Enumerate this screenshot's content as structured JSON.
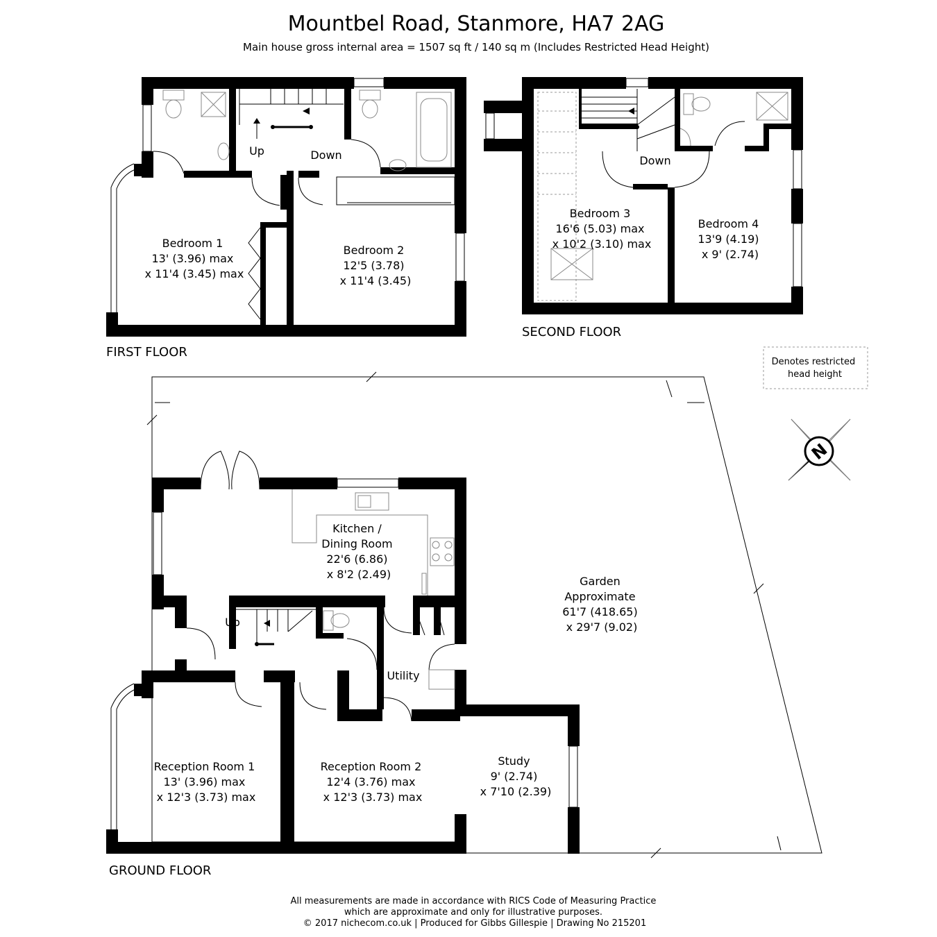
{
  "header": {
    "title": "Mountbel Road, Stanmore, HA7 2AG",
    "subtitle": "Main house gross internal area =  1507 sq ft / 140 sq m (Includes Restricted Head Height)"
  },
  "floors": {
    "first": {
      "label": "FIRST FLOOR",
      "stairs_up": "Up",
      "stairs_down": "Down",
      "bedroom1": [
        "Bedroom 1",
        "13' (3.96) max",
        "x 11'4 (3.45) max"
      ],
      "bedroom2": [
        "Bedroom 2",
        "12'5 (3.78)",
        "x 11'4 (3.45)"
      ]
    },
    "second": {
      "label": "SECOND FLOOR",
      "stairs_down": "Down",
      "bedroom3": [
        "Bedroom 3",
        "16'6 (5.03) max",
        "x 10'2 (3.10) max"
      ],
      "bedroom4": [
        "Bedroom 4",
        "13'9 (4.19)",
        "x 9' (2.74)"
      ]
    },
    "ground": {
      "label": "GROUND FLOOR",
      "stairs_up": "Up",
      "kitchen": [
        "Kitchen /",
        "Dining Room",
        "22'6 (6.86)",
        "x 8'2 (2.49)"
      ],
      "utility": "Utility",
      "reception1": [
        "Reception Room 1",
        "13' (3.96) max",
        "x 12'3 (3.73) max"
      ],
      "reception2": [
        "Reception Room 2",
        "12'4 (3.76) max",
        "x 12'3 (3.73) max"
      ],
      "study": [
        "Study",
        "9' (2.74)",
        "x 7'10 (2.39)"
      ],
      "garden": [
        "Garden",
        "Approximate",
        "61'7 (418.65)",
        "x 29'7 (9.02)"
      ]
    }
  },
  "legend": {
    "restricted": [
      "Denotes restricted",
      "head height"
    ]
  },
  "compass": {
    "letter": "N"
  },
  "footer": {
    "line1": "All measurements are made in accordance with RICS Code of Measuring Practice",
    "line2": "which are approximate and only for illustrative purposes.",
    "line3": "© 2017 nichecom.co.uk  |  Produced for Gibbs Gillespie  |  Drawing No 215201"
  }
}
